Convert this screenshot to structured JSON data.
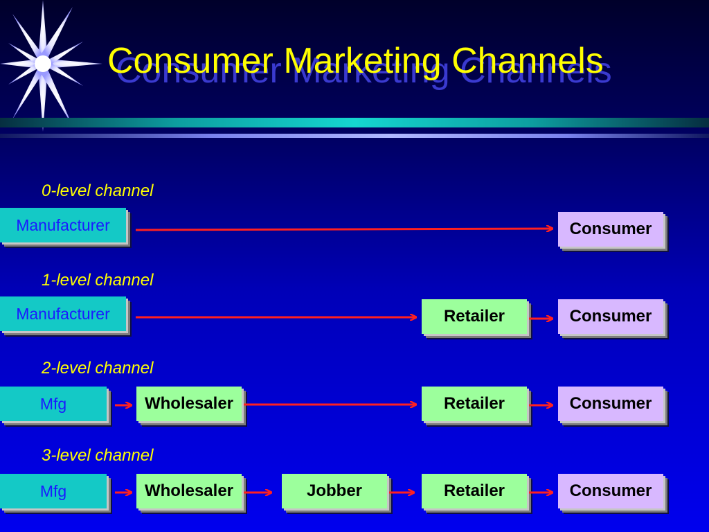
{
  "title": "Consumer Marketing Channels",
  "colors": {
    "title": "#ffff00",
    "level_label": "#ffff00",
    "arrow": "#ff2020",
    "manufacturer_box": "#14c9c6",
    "intermediary_box": "#9cff9c",
    "consumer_box": "#d8b8ff"
  },
  "channels": [
    {
      "label": "0-level channel",
      "nodes": [
        "Manufacturer",
        "Consumer"
      ]
    },
    {
      "label": "1-level channel",
      "nodes": [
        "Manufacturer",
        "Retailer",
        "Consumer"
      ]
    },
    {
      "label": "2-level channel",
      "nodes": [
        "Mfg",
        "Wholesaler",
        "Retailer",
        "Consumer"
      ]
    },
    {
      "label": "3-level channel",
      "nodes": [
        "Mfg",
        "Wholesaler",
        "Jobber",
        "Retailer",
        "Consumer"
      ]
    }
  ]
}
